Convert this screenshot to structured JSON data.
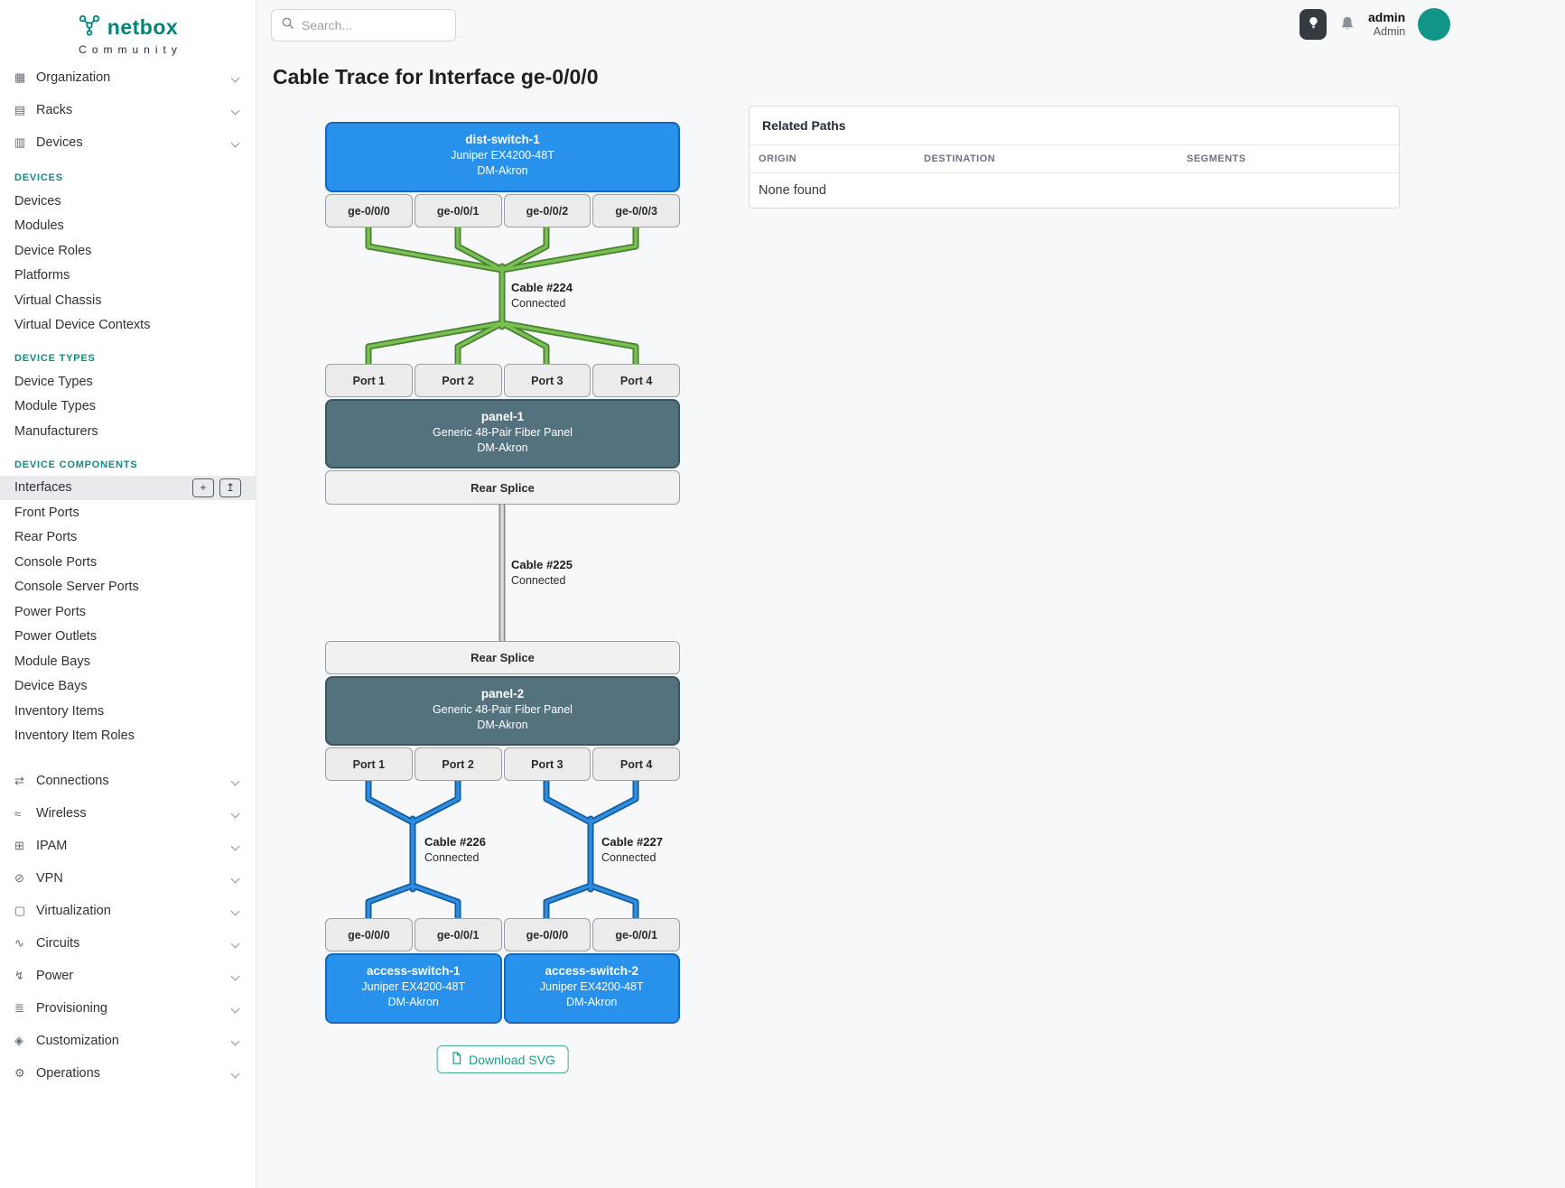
{
  "colors": {
    "brand_teal": "#00857a",
    "device_blue": "#2791ec",
    "panel_slate": "#54727e",
    "cable_green": "#79c052",
    "cable_blue": "#2e8fe2",
    "cable_gray": "#dcdcdc"
  },
  "brand": {
    "name": "netbox",
    "community": "Community"
  },
  "topbar": {
    "search_placeholder": "Search...",
    "username": "admin",
    "role": "Admin"
  },
  "sidebar": {
    "top_items": [
      {
        "label": "Organization",
        "glyph": "▦"
      },
      {
        "label": "Racks",
        "glyph": "▤"
      },
      {
        "label": "Devices",
        "glyph": "▥"
      }
    ],
    "groups": [
      {
        "heading": "DEVICES",
        "items": [
          "Devices",
          "Modules",
          "Device Roles",
          "Platforms",
          "Virtual Chassis",
          "Virtual Device Contexts"
        ]
      },
      {
        "heading": "DEVICE TYPES",
        "items": [
          "Device Types",
          "Module Types",
          "Manufacturers"
        ]
      },
      {
        "heading": "DEVICE COMPONENTS",
        "items": [
          "Interfaces",
          "Front Ports",
          "Rear Ports",
          "Console Ports",
          "Console Server Ports",
          "Power Ports",
          "Power Outlets",
          "Module Bays",
          "Device Bays",
          "Inventory Items",
          "Inventory Item Roles"
        ]
      }
    ],
    "active_item": "Interfaces",
    "interfaces_actions": {
      "add": "+",
      "import": "↥"
    },
    "bottom_items": [
      {
        "label": "Connections",
        "glyph": "⇄"
      },
      {
        "label": "Wireless",
        "glyph": "≈"
      },
      {
        "label": "IPAM",
        "glyph": "⊞"
      },
      {
        "label": "VPN",
        "glyph": "⊘"
      },
      {
        "label": "Virtualization",
        "glyph": "▢"
      },
      {
        "label": "Circuits",
        "glyph": "∿"
      },
      {
        "label": "Power",
        "glyph": "↯"
      },
      {
        "label": "Provisioning",
        "glyph": "≣"
      },
      {
        "label": "Customization",
        "glyph": "◈"
      },
      {
        "label": "Operations",
        "glyph": "⚙"
      }
    ]
  },
  "page": {
    "title": "Cable Trace for Interface ge-0/0/0",
    "download_label": "Download SVG"
  },
  "related_paths": {
    "title": "Related Paths",
    "columns": [
      "ORIGIN",
      "DESTINATION",
      "SEGMENTS"
    ],
    "empty": "None found"
  },
  "trace": {
    "dist_switch": {
      "name": "dist-switch-1",
      "model": "Juniper EX4200-48T",
      "site": "DM-Akron",
      "interfaces": [
        "ge-0/0/0",
        "ge-0/0/1",
        "ge-0/0/2",
        "ge-0/0/3"
      ]
    },
    "panel_1": {
      "name": "panel-1",
      "model": "Generic 48-Pair Fiber Panel",
      "site": "DM-Akron",
      "front_ports": [
        "Port 1",
        "Port 2",
        "Port 3",
        "Port 4"
      ],
      "rear_port": "Rear Splice"
    },
    "panel_2": {
      "name": "panel-2",
      "model": "Generic 48-Pair Fiber Panel",
      "site": "DM-Akron",
      "front_ports": [
        "Port 1",
        "Port 2",
        "Port 3",
        "Port 4"
      ],
      "rear_port": "Rear Splice"
    },
    "access_switch_1": {
      "name": "access-switch-1",
      "model": "Juniper EX4200-48T",
      "site": "DM-Akron",
      "interfaces": [
        "ge-0/0/0",
        "ge-0/0/1"
      ]
    },
    "access_switch_2": {
      "name": "access-switch-2",
      "model": "Juniper EX4200-48T",
      "site": "DM-Akron",
      "interfaces": [
        "ge-0/0/0",
        "ge-0/0/1"
      ]
    },
    "cables": {
      "cable_224": {
        "label": "Cable #224",
        "status": "Connected"
      },
      "cable_225": {
        "label": "Cable #225",
        "status": "Connected"
      },
      "cable_226": {
        "label": "Cable #226",
        "status": "Connected"
      },
      "cable_227": {
        "label": "Cable #227",
        "status": "Connected"
      }
    }
  }
}
